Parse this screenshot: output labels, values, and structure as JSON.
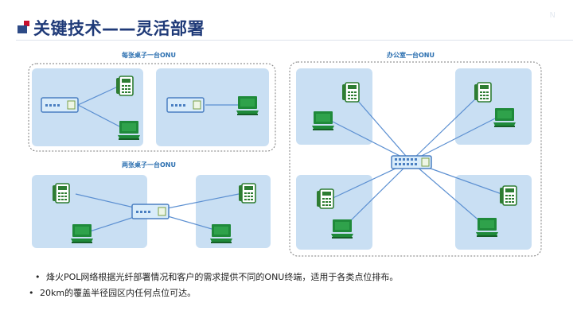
{
  "slide": {
    "title": "关键技术——灵活部署",
    "logo_text": "N"
  },
  "sections": {
    "one_per_desk": "每张桌子一台ONU",
    "two_desks": "两张桌子一台ONU",
    "one_per_office": "办公室一台ONU"
  },
  "bullets": [
    "烽火POL网络根据光纤部署情况和客户的需求提供不同的ONU终端，适用于各类点位排布。",
    "20km的覆盖半径园区内任何点位可达。"
  ],
  "colors": {
    "title": "#1f3a78",
    "room_fill": "#c9dff3",
    "link": "#5b8fd1",
    "computer": "#1f8a3a",
    "phone": "#2e7d32",
    "onu_fill": "#d9ecfa"
  },
  "icons": [
    "telephone-icon",
    "computer-icon",
    "onu-device-icon",
    "switch-icon"
  ]
}
